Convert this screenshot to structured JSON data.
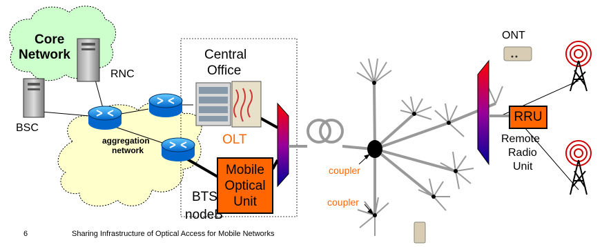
{
  "labels": {
    "core_network_line1": "Core",
    "core_network_line2": "Network",
    "rnc": "RNC",
    "bsc": "BSC",
    "aggregation_line1": "aggregation",
    "aggregation_line2": "network",
    "central_office_line1": "Central",
    "central_office_line2": "Office",
    "olt": "OLT",
    "bts": "BTS",
    "nodeb": "nodeB",
    "mobile_optical_unit_line1": "Mobile",
    "mobile_optical_unit_line2": "Optical",
    "mobile_optical_unit_line3": "Unit",
    "coupler_top": "coupler",
    "coupler_bottom": "coupler",
    "ont": "ONT",
    "rru": "RRU",
    "remote_radio_unit_line1": "Remote",
    "remote_radio_unit_line2": "Radio",
    "remote_radio_unit_line3": "Unit"
  },
  "footer": {
    "page_number": "6",
    "title": "Sharing Infrastructure of Optical Access for Mobile Networks"
  },
  "colors": {
    "accent_orange": "#ff6600",
    "cloud_green": "#ccffcc",
    "cloud_yellow": "#ffffcc",
    "router_blue": "#3399ff",
    "fiber_gray": "#999999"
  },
  "icons": [
    "server-icon",
    "router-icon",
    "antenna-tower-icon",
    "fiber-coil-icon",
    "splitter-icon",
    "ont-device-icon",
    "olt-rack-icon"
  ]
}
